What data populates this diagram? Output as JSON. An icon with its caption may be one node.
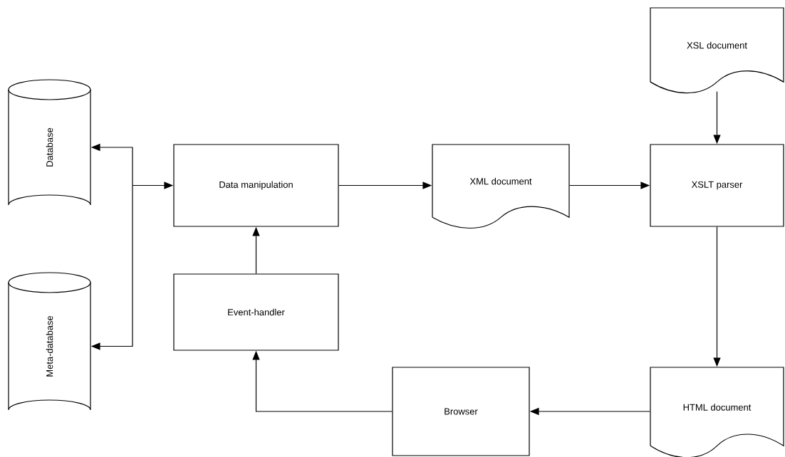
{
  "diagram": {
    "nodes": [
      {
        "text": [
          "Database"
        ]
      },
      {
        "text": [
          "Meta-database"
        ]
      },
      {
        "text": [
          "Data manipulation"
        ]
      },
      {
        "text": [
          "Event-handler"
        ]
      },
      {
        "text": [
          "XML document"
        ]
      },
      {
        "text": [
          "XSL document"
        ]
      },
      {
        "text": [
          "XSLT parser"
        ]
      },
      {
        "text": [
          "HTML document"
        ]
      },
      {
        "text": [
          "Browser"
        ]
      }
    ],
    "edges": [
      {
        "from": 0,
        "to": 2,
        "arrow": "both"
      },
      {
        "from": 1,
        "to": 2,
        "arrow": "both"
      },
      {
        "from": 3,
        "to": 2,
        "arrow": "to"
      },
      {
        "from": 2,
        "to": 4,
        "arrow": "to"
      },
      {
        "from": 4,
        "to": 6,
        "arrow": "to"
      },
      {
        "from": 5,
        "to": 6,
        "arrow": "to"
      },
      {
        "from": 6,
        "to": 7,
        "arrow": "to"
      },
      {
        "from": 7,
        "to": 8,
        "arrow": "to"
      },
      {
        "from": 8,
        "to": 3,
        "arrow": "to"
      }
    ]
  }
}
